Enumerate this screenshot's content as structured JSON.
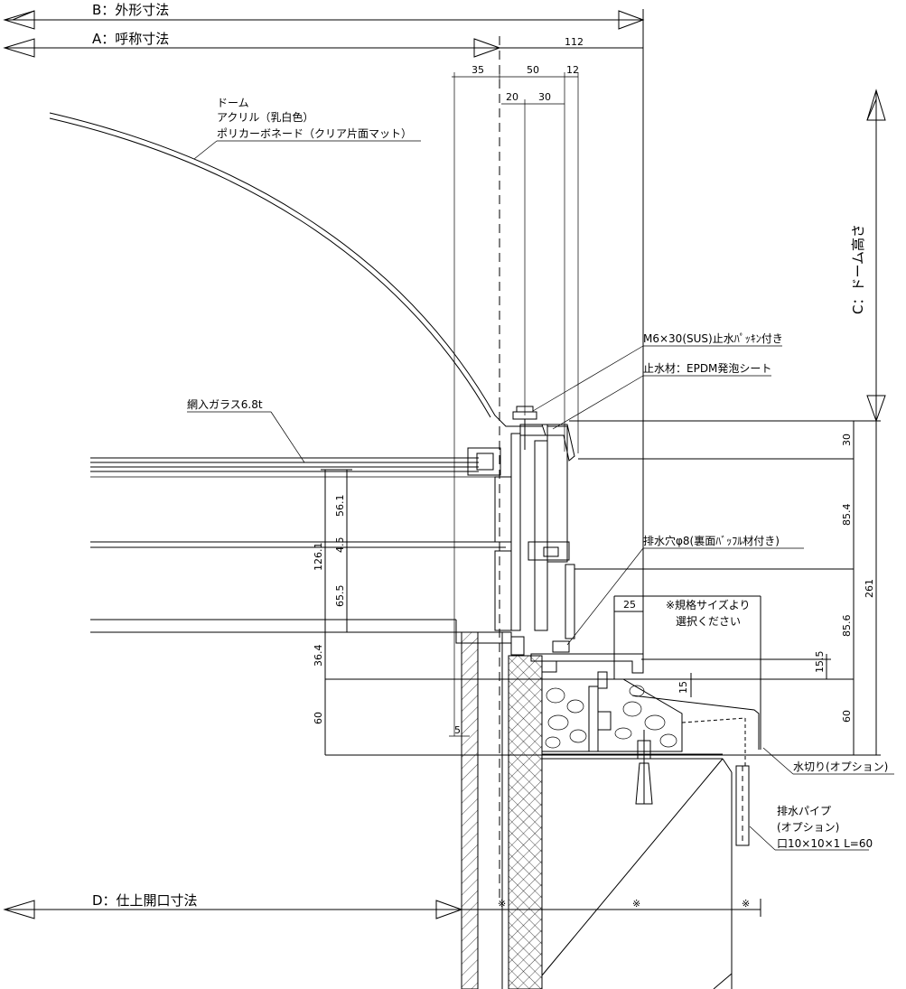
{
  "dimension_lines": {
    "b_outer": "B：外形寸法",
    "a_nominal": "A：呼称寸法",
    "c_dome_height": "C：ドーム高さ",
    "d_finish_opening": "D：仕上開口寸法"
  },
  "top_dims": [
    "112",
    "35",
    "50",
    "12",
    "20",
    "30"
  ],
  "right_dims": [
    "30",
    "85.4",
    "261",
    "85.6",
    "15.5",
    "60"
  ],
  "left_dims": [
    "56.1",
    "126.1",
    "4.5",
    "65.5",
    "36.4",
    "60",
    "5"
  ],
  "mid_dims": [
    "25",
    "15"
  ],
  "bottom_marks": [
    "※",
    "※",
    "※"
  ],
  "labels": {
    "dome_title": "ドーム",
    "dome_mat1": "アクリル（乳白色）",
    "dome_mat2": "ポリカーボネード（クリア片面マット）",
    "wired_glass": "網入ガラス6.8t",
    "bolt": "M6×30(SUS)止水ﾊﾟｯｷﾝ付き",
    "seal": "止水材：EPDM発泡シート",
    "drain_hole": "排水穴φ8(裏面ﾊﾞｯﾌﾙ材付き)",
    "spec_note1": "※規格サイズより",
    "spec_note2": "選択ください",
    "flashing": "水切り(オプション)",
    "pipe1": "排水パイプ",
    "pipe2": "(オプション)",
    "pipe3": "口10×10×1 L=60"
  }
}
